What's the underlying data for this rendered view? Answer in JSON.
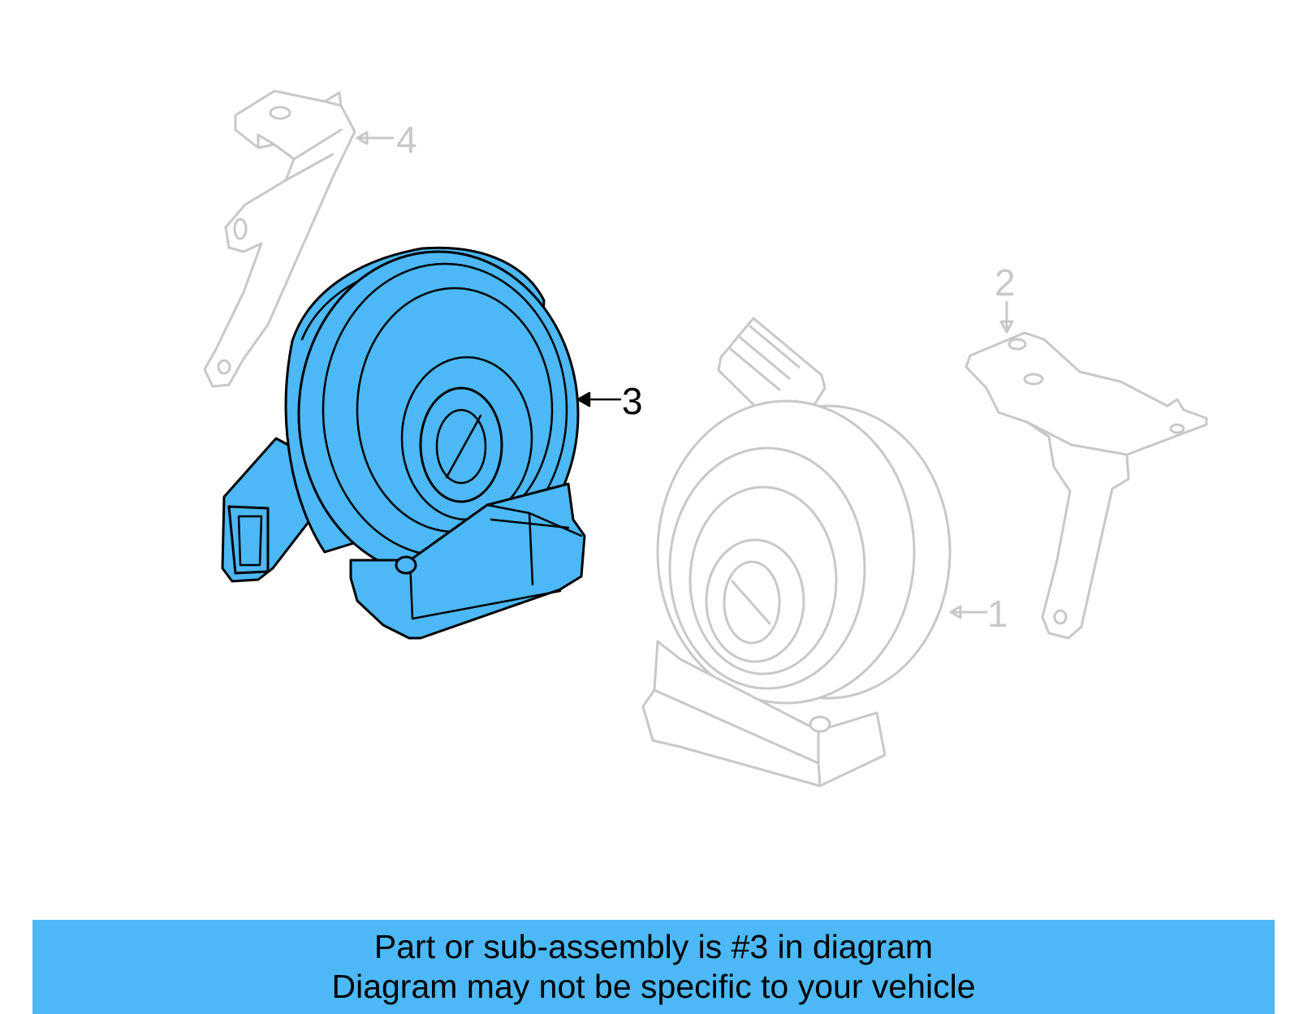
{
  "diagram": {
    "callouts": [
      {
        "id": "1",
        "label": "1",
        "highlighted": false
      },
      {
        "id": "2",
        "label": "2",
        "highlighted": false
      },
      {
        "id": "3",
        "label": "3",
        "highlighted": true
      },
      {
        "id": "4",
        "label": "4",
        "highlighted": false
      }
    ],
    "highlight_color": "#4cb8f5",
    "ghost_color": "#c8c8c8"
  },
  "banner": {
    "line1": "Part or sub-assembly is #3 in diagram",
    "line2": "Diagram may not be specific to your vehicle",
    "background_color": "#4cb8f5"
  }
}
